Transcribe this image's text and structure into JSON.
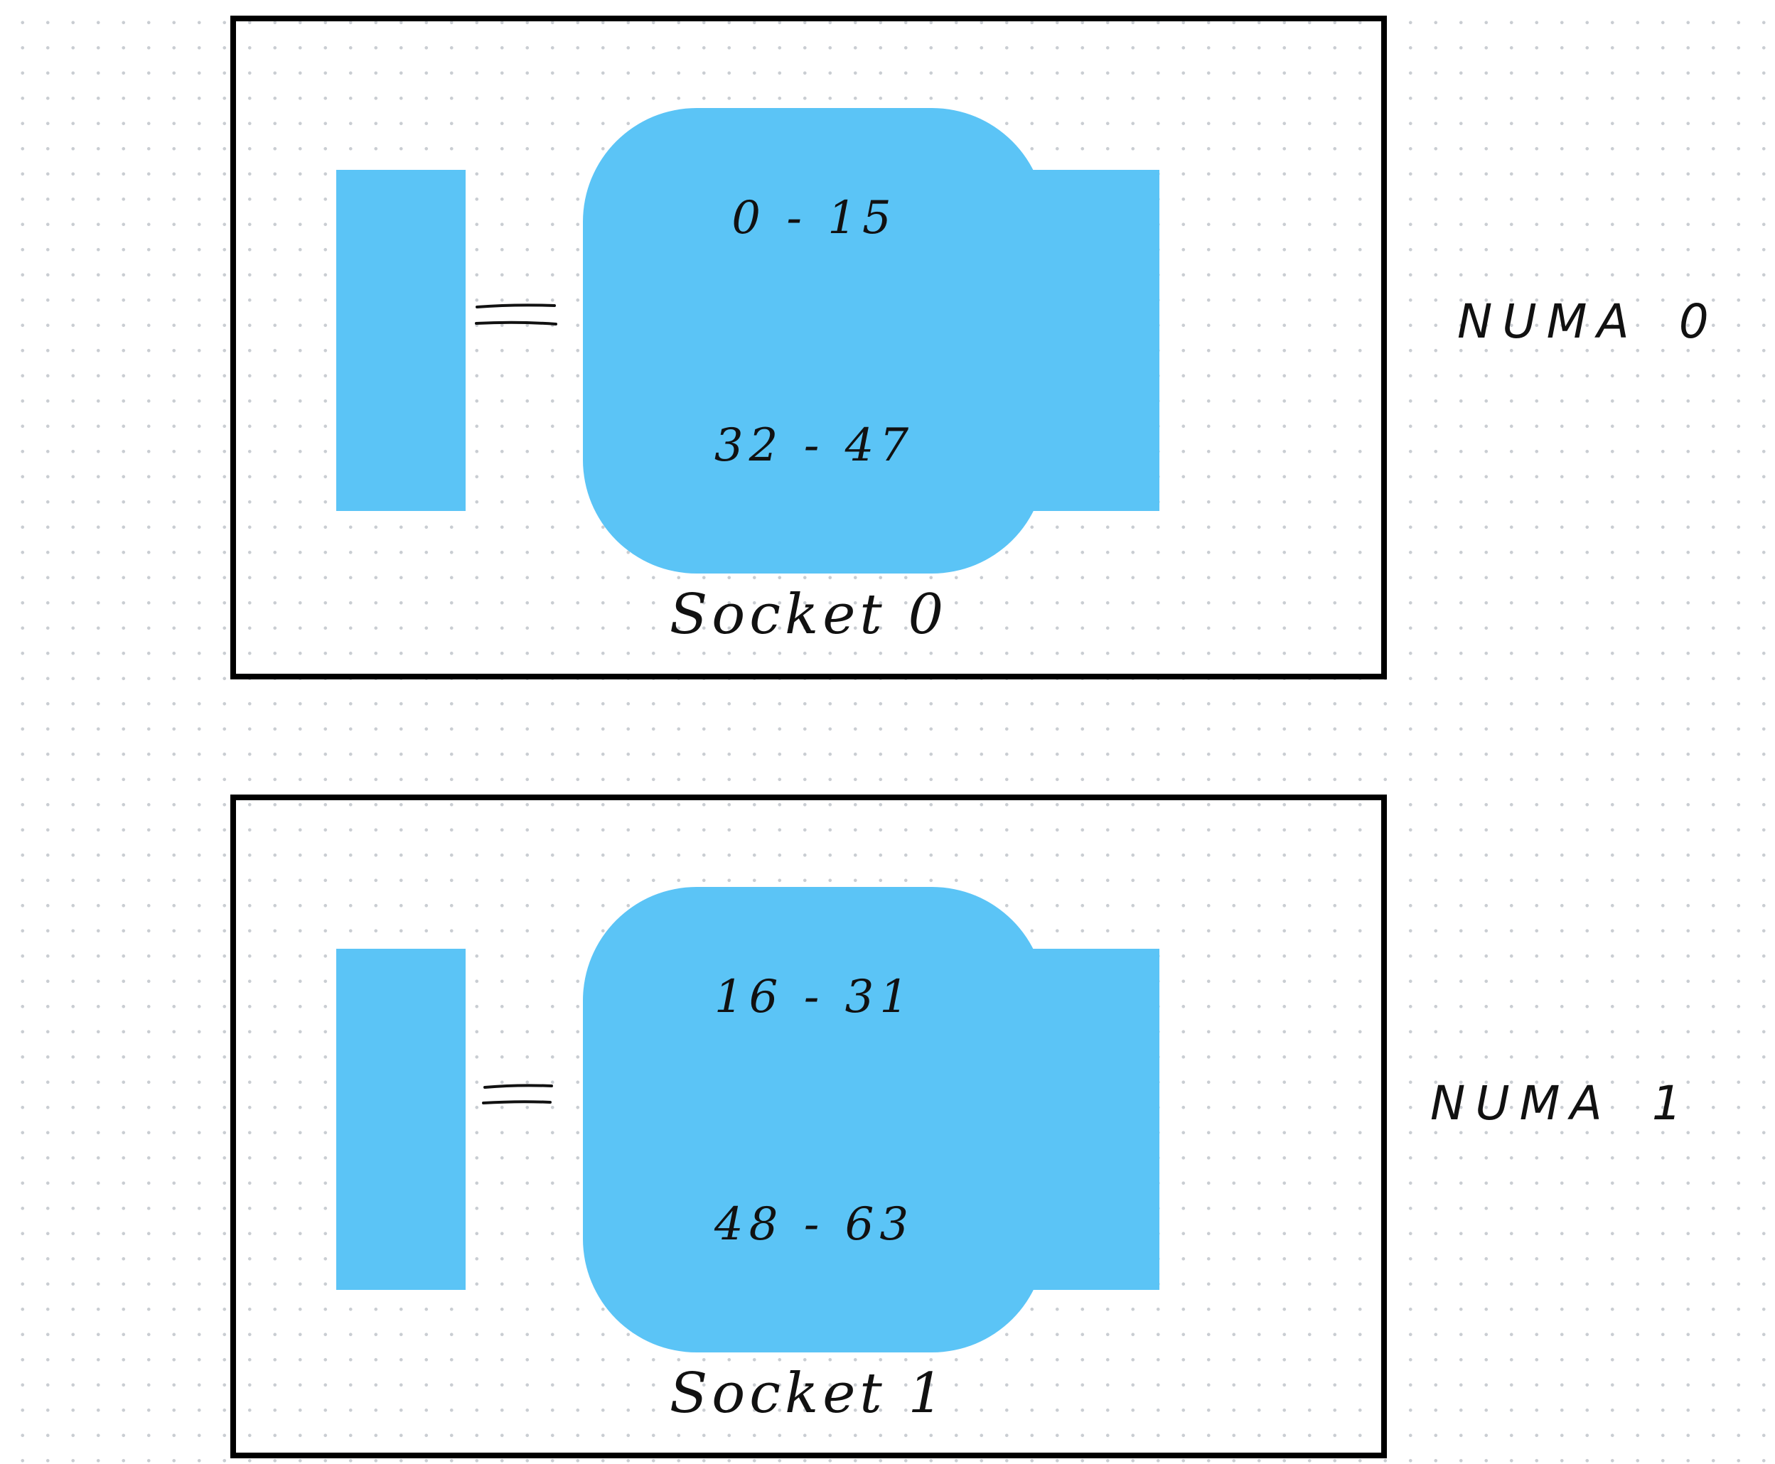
{
  "colors": {
    "component_fill": "#5BC4F6",
    "frame_stroke": "#000000",
    "background": "#FFFFFF",
    "grid_dots": "#C9CDD2",
    "ink": "#111111"
  },
  "nodes": [
    {
      "socket_label": "Socket 0",
      "numa_label": "NUMA",
      "numa_index": "0",
      "cpu_ranges": [
        "0 - 15",
        "32 - 47"
      ]
    },
    {
      "socket_label": "Socket 1",
      "numa_label": "NUMA",
      "numa_index": "1",
      "cpu_ranges": [
        "16 - 31",
        "48 - 63"
      ]
    }
  ]
}
